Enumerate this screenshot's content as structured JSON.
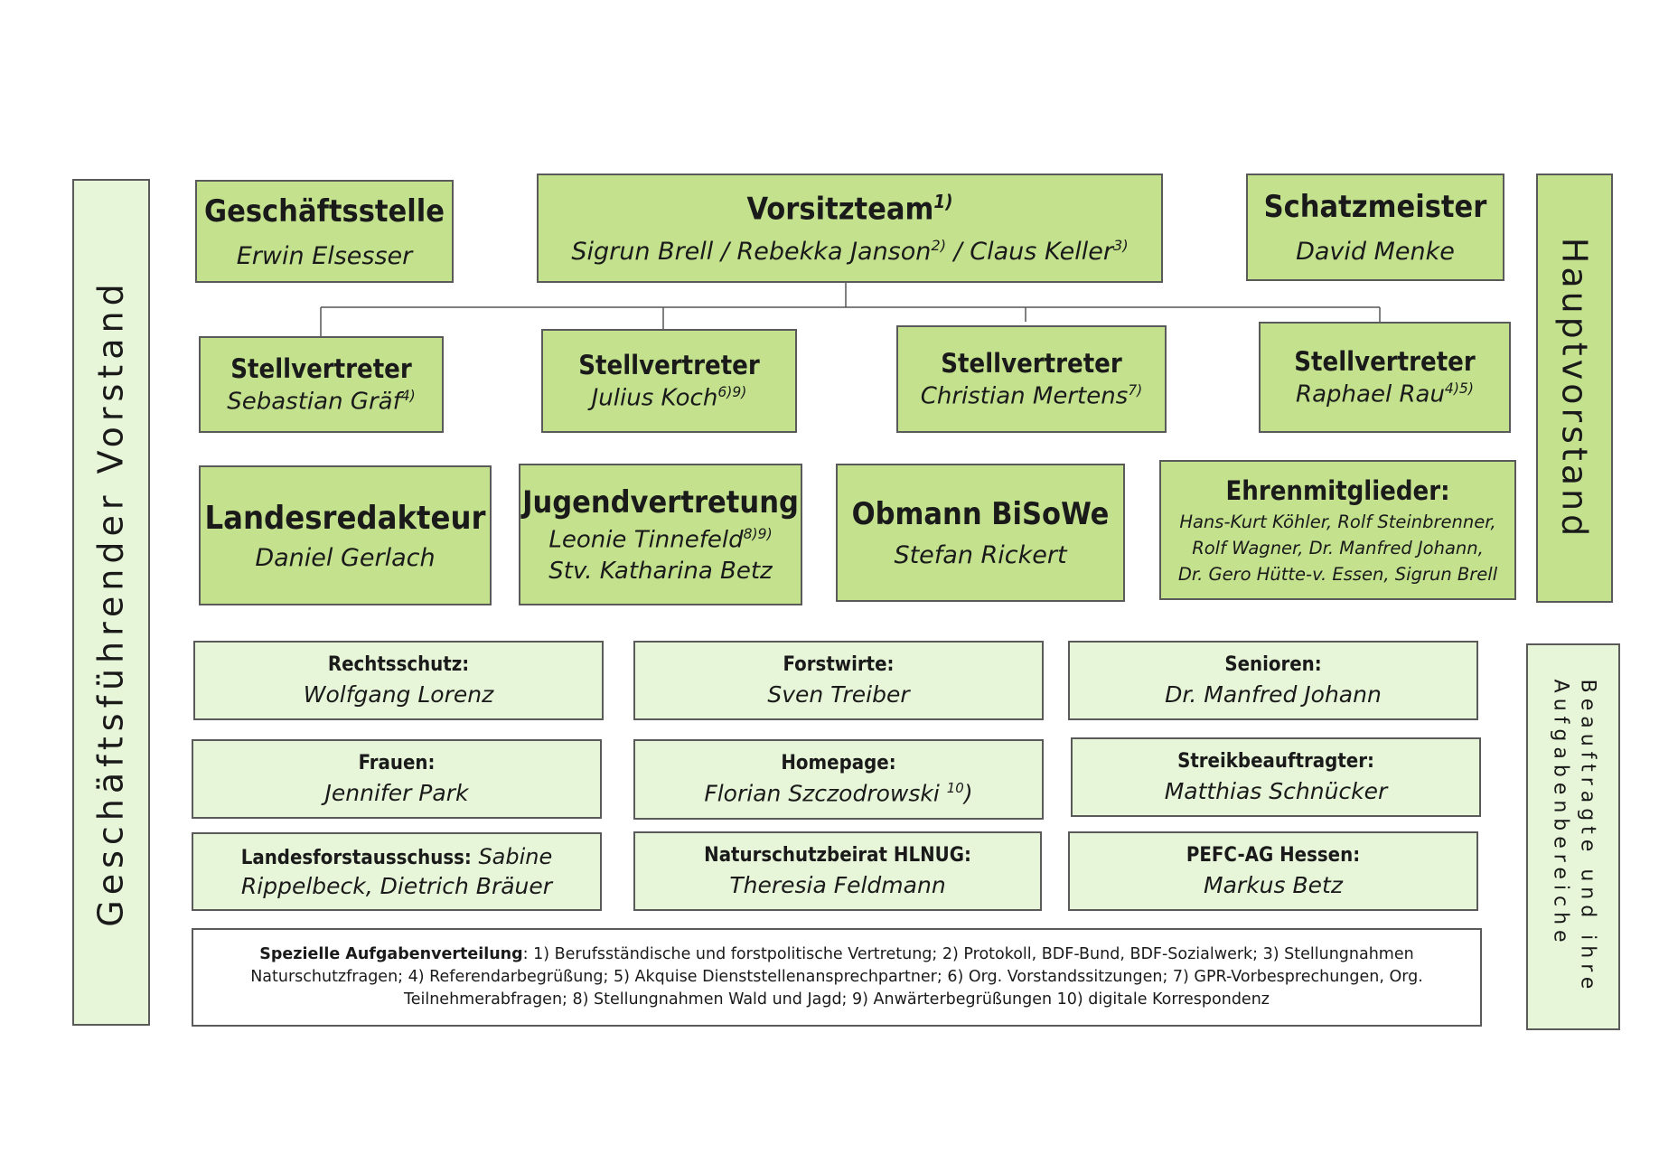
{
  "side_labels": {
    "left": "Geschäftsführender Vorstand",
    "right_top": "Hauptvorstand",
    "right_bottom_line1": "Beauftragte und ihre",
    "right_bottom_line2": "Aufgabenbereiche"
  },
  "top": {
    "geschaeftsstelle": {
      "title": "Geschäftsstelle",
      "name": "Erwin Elsesser"
    },
    "vorsitzteam": {
      "title": "Vorsitzteam",
      "title_sup": "1)",
      "name1": "Sigrun Brell / Rebekka Janson",
      "sup1": "2)",
      "name2": " / Claus Keller",
      "sup2": "3)"
    },
    "schatzmeister": {
      "title": "Schatzmeister",
      "name": "David Menke"
    }
  },
  "stellvertreter": [
    {
      "title": "Stellvertreter",
      "name": "Sebastian Gräf",
      "sup": "4)"
    },
    {
      "title": "Stellvertreter",
      "name": "Julius Koch",
      "sup": "6)9)"
    },
    {
      "title": "Stellvertreter",
      "name": "Christian Mertens",
      "sup": "7)"
    },
    {
      "title": "Stellvertreter",
      "name": "Raphael Rau",
      "sup": "4)5)"
    }
  ],
  "row3": {
    "landesredakteur": {
      "title": "Landesredakteur",
      "name": "Daniel Gerlach"
    },
    "jugend": {
      "title": "Jugendvertretung",
      "name1": "Leonie Tinnefeld",
      "sup1": "8)9)",
      "name2": "Stv. Katharina Betz"
    },
    "obmann": {
      "title": "Obmann BiSoWe",
      "name": "Stefan Rickert"
    },
    "ehren": {
      "title": "Ehrenmitglieder:",
      "line1": "Hans-Kurt Köhler, Rolf Steinbrenner,",
      "line2": "Rolf Wagner, Dr. Manfred Johann,",
      "line3": "Dr. Gero Hütte-v. Essen, Sigrun Brell"
    }
  },
  "beauftragte": {
    "rechtsschutz": {
      "title": "Rechtsschutz:",
      "name": "Wolfgang Lorenz"
    },
    "forstwirte": {
      "title": "Forstwirte:",
      "name": "Sven Treiber"
    },
    "senioren": {
      "title": "Senioren:",
      "name": "Dr. Manfred Johann"
    },
    "frauen": {
      "title": "Frauen:",
      "name": "Jennifer Park"
    },
    "homepage": {
      "title": "Homepage:",
      "name": "Florian Szczodrowski ",
      "sup": "10",
      "after": ")"
    },
    "streik": {
      "title": "Streikbeauftragter:",
      "name": "Matthias Schnücker"
    },
    "landesforst": {
      "title": "Landesforstausschuss:",
      "name1": " Sabine",
      "name2": "Rippelbeck, Dietrich Bräuer"
    },
    "naturschutz": {
      "title": "Naturschutzbeirat HLNUG:",
      "name": "Theresia Feldmann"
    },
    "pefc": {
      "title": "PEFC-AG Hessen:",
      "name": "Markus Betz"
    }
  },
  "footnote": {
    "label": "Spezielle Aufgabenverteilung",
    "line1": ": 1) Berufsständische und forstpolitische Vertretung; 2) Protokoll, BDF-Bund, BDF-Sozialwerk; 3) Stellungnahmen",
    "line2": "Naturschutzfragen; 4) Referendarbegrüßung; 5) Akquise Dienststellenansprechpartner; 6) Org. Vorstandssitzungen; 7) GPR-Vorbesprechungen, Org.",
    "line3": "Teilnehmerabfragen; 8) Stellungnahmen Wald und Jagd; 9) Anwärterbegrüßungen 10) digitale Korrespondenz"
  }
}
